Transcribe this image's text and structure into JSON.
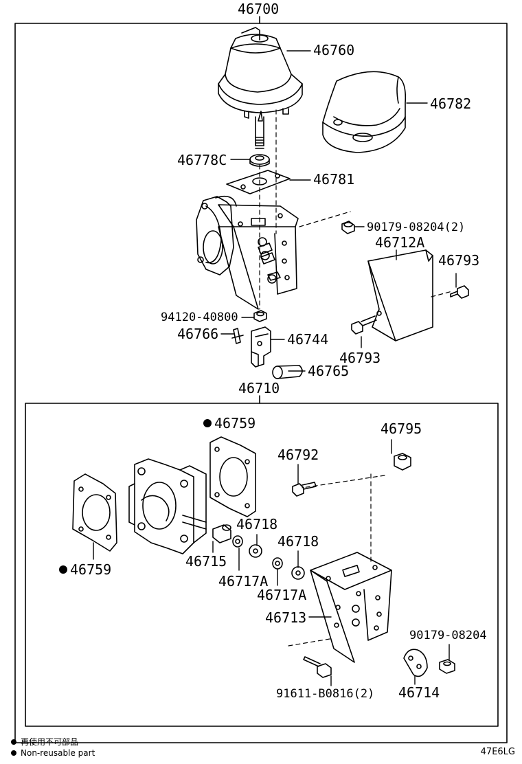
{
  "assembly": {
    "top": "46700",
    "sub": "46710"
  },
  "parts": {
    "p46760": "46760",
    "p46782": "46782",
    "p46778C": "46778C",
    "p46781": "46781",
    "p90179_08204_2": "90179-08204(2)",
    "p46712A": "46712A",
    "p46793_a": "46793",
    "p46793_b": "46793",
    "p94120_40800": "94120-40800",
    "p46766": "46766",
    "p46744": "46744",
    "p46765": "46765",
    "p46759_top": "46759",
    "p46759_left": "46759",
    "p46795": "46795",
    "p46792": "46792",
    "p46718_a": "46718",
    "p46718_b": "46718",
    "p46715": "46715",
    "p46717A_a": "46717A",
    "p46717A_b": "46717A",
    "p46713": "46713",
    "p90179_08204": "90179-08204",
    "p91611_B0816_2": "91611-B0816(2)",
    "p46714": "46714"
  },
  "legend": {
    "line1": "再使用不可部品",
    "line2": "Non-reusable part"
  },
  "diagram_code": "47E6LG"
}
